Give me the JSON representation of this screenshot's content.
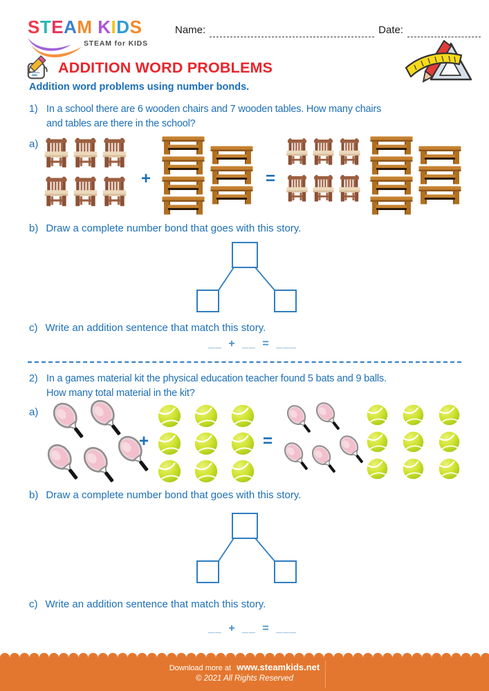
{
  "colors": {
    "accent_blue": "#1c6fb8",
    "title_red": "#e8252b",
    "footer_orange": "#e4772f",
    "bond_blue": "#2f7dc0"
  },
  "logo": {
    "letters": [
      {
        "ch": "S",
        "color": "#ee3a4c"
      },
      {
        "ch": "T",
        "color": "#2ab8b3"
      },
      {
        "ch": "E",
        "color": "#e6365a"
      },
      {
        "ch": "A",
        "color": "#3a80d2"
      },
      {
        "ch": "M",
        "color": "#f08a2a"
      },
      {
        "ch": " ",
        "color": "#000000"
      },
      {
        "ch": "K",
        "color": "#b052d8"
      },
      {
        "ch": "I",
        "color": "#f2c519"
      },
      {
        "ch": "D",
        "color": "#2f9bd6"
      },
      {
        "ch": "S",
        "color": "#f08a2a"
      }
    ],
    "tagline": "STEAM for KIDS"
  },
  "header": {
    "name_label": "Name:",
    "date_label": "Date:"
  },
  "title": "ADDITION WORD PROBLEMS",
  "subtitle": "Addition word problems using number bonds.",
  "labels": {
    "a": "a)",
    "plus": "+",
    "equals": "="
  },
  "sentence_blank": "__ + __ = ___",
  "problems": [
    {
      "number": "1)",
      "lines": [
        "In a school there are 6 wooden chairs and 7 wooden tables. How many chairs",
        "and tables are there in the school?"
      ],
      "b_label": "b)",
      "b_text": "Draw a complete number bond that goes with this story.",
      "c_label": "c)",
      "c_text": "Write an addition sentence that match this story.",
      "items": {
        "first": {
          "label": "chairs",
          "icon": "chair",
          "count": 6
        },
        "second": {
          "label": "tables",
          "icon": "table",
          "count": 7
        }
      }
    },
    {
      "number": "2)",
      "lines": [
        "In a games material kit the physical education teacher found 5 bats and 9 balls.",
        "How many total material in the kit?"
      ],
      "b_label": "b)",
      "b_text": "Draw a complete number bond that goes with this story.",
      "c_label": "c)",
      "c_text": "Write an addition sentence that match this story.",
      "items": {
        "first": {
          "label": "bats",
          "icon": "racket",
          "count": 5
        },
        "second": {
          "label": "balls",
          "icon": "ball",
          "count": 9
        }
      }
    }
  ],
  "footer": {
    "prefix": "Download more at",
    "site": "www.steamkids.net",
    "copyright": "© 2021 All Rights Reserved"
  }
}
